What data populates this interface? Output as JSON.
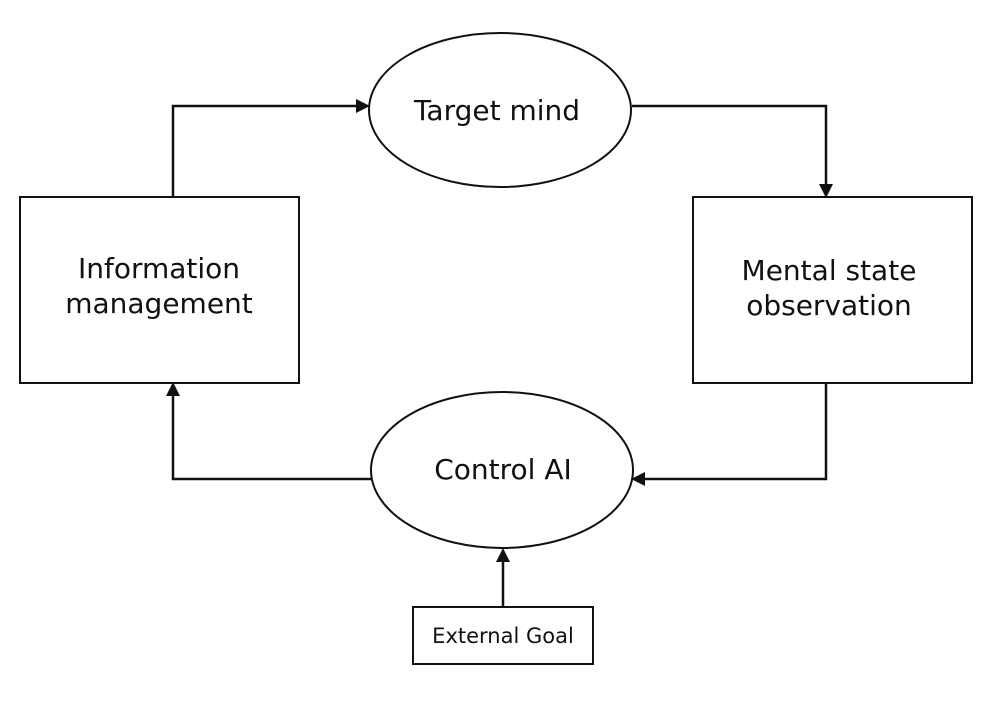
{
  "nodes": {
    "target_mind": "Target mind",
    "mental_state_observation": [
      "Mental state",
      "observation"
    ],
    "control_ai": "Control AI",
    "information_management": [
      "Information",
      "management"
    ],
    "external_goal": "External Goal"
  }
}
